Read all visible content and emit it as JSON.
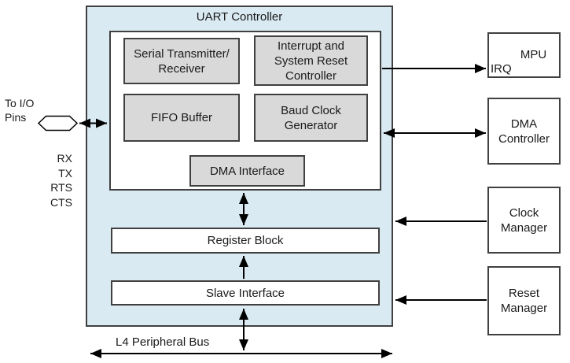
{
  "diagram": {
    "title": "UART Controller",
    "io": {
      "label": "To I/O Pins",
      "pins": [
        "RX",
        "TX",
        "RTS",
        "CTS"
      ]
    },
    "core_blocks": {
      "serial": [
        "Serial Transmitter/",
        "Receiver"
      ],
      "interrupt": [
        "Interrupt and",
        "System Reset",
        "Controller"
      ],
      "fifo": "FIFO Buffer",
      "baud": [
        "Baud Clock",
        "Generator"
      ],
      "dma_interface": "DMA Interface"
    },
    "register_block": "Register Block",
    "slave_interface": "Slave Interface",
    "external": {
      "mpu": "MPU",
      "irq": "IRQ",
      "dma_controller": [
        "DMA",
        "Controller"
      ],
      "clock_manager": [
        "Clock",
        "Manager"
      ],
      "reset_manager": [
        "Reset",
        "Manager"
      ]
    },
    "bus": {
      "label": "L4 Peripheral Bus"
    },
    "arrows": [
      {
        "name": "io-to-core",
        "direction": "bidirectional"
      },
      {
        "name": "irq-to-mpu",
        "direction": "right"
      },
      {
        "name": "core-to-dma-controller",
        "direction": "bidirectional"
      },
      {
        "name": "clock-manager-to-uart",
        "direction": "left"
      },
      {
        "name": "reset-manager-to-uart",
        "direction": "left"
      },
      {
        "name": "core-to-register-block",
        "direction": "bidirectional"
      },
      {
        "name": "slave-to-register-block",
        "direction": "up"
      },
      {
        "name": "slave-to-l4-bus",
        "direction": "bidirectional"
      },
      {
        "name": "l4-bus",
        "direction": "bidirectional"
      }
    ],
    "colors": {
      "container_fill": "#d9eaf2",
      "block_fill": "#d9d9d9",
      "box_fill": "#ffffff",
      "border": "#404040",
      "arrow": "#000000"
    }
  }
}
